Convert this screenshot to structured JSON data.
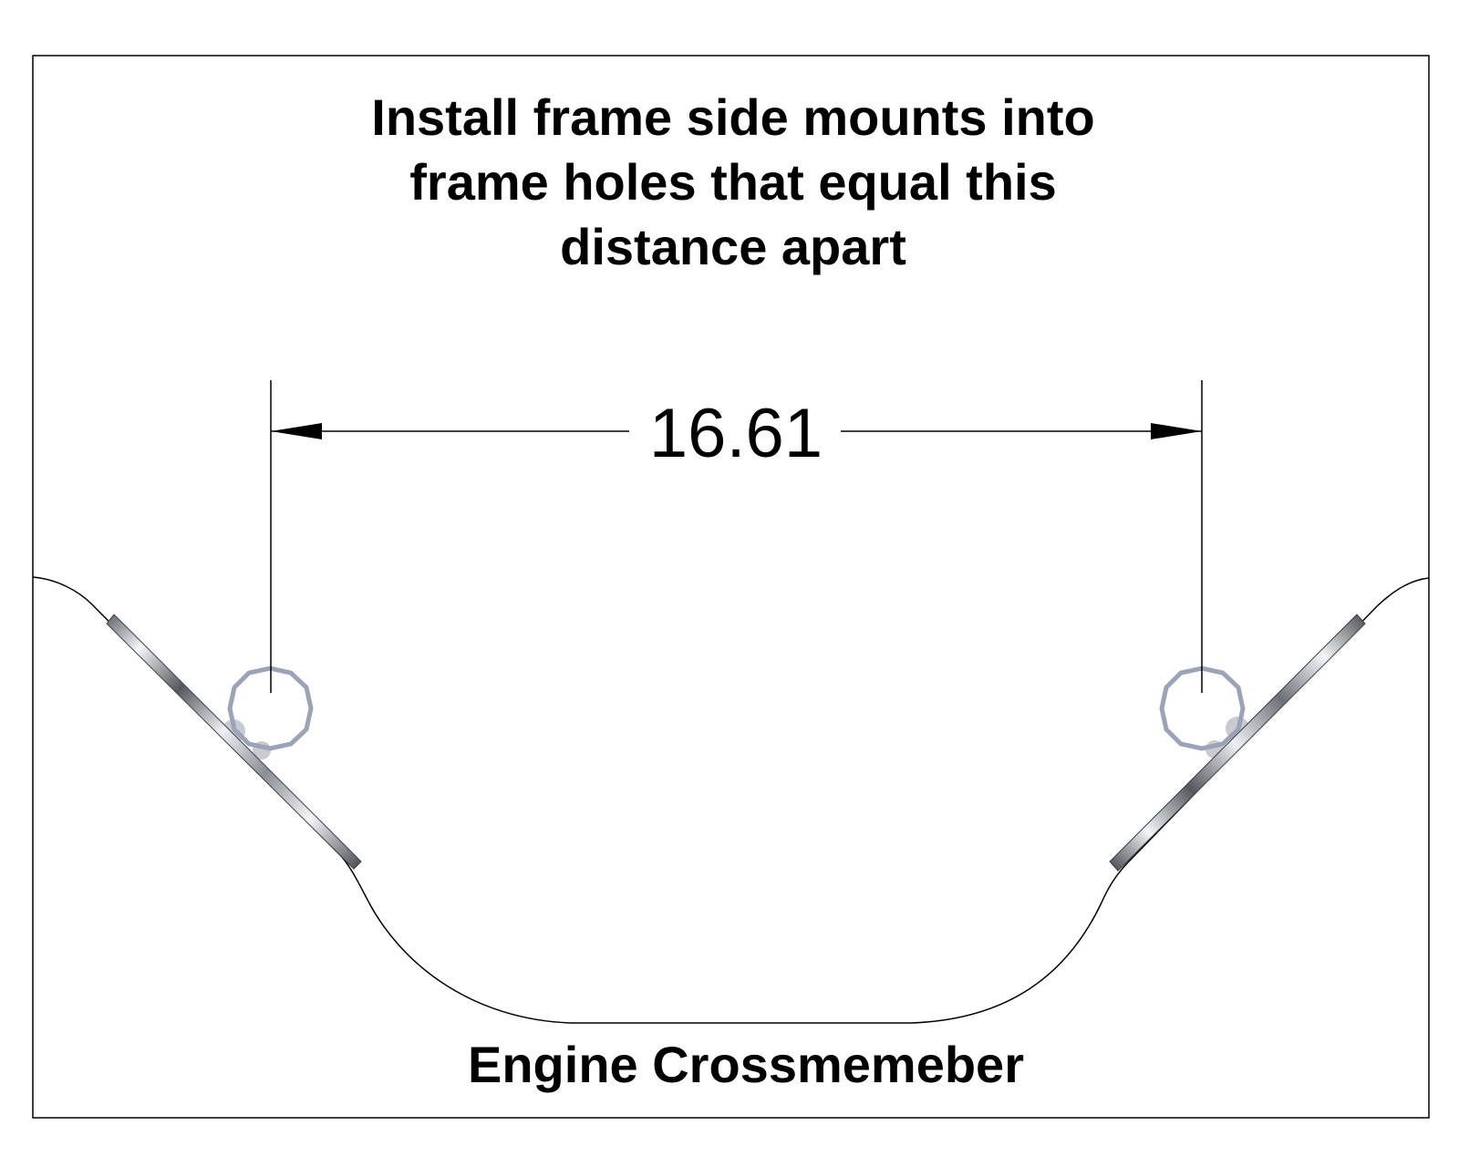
{
  "instruction": {
    "lines": [
      "Install frame side mounts into",
      "frame holes that equal this",
      "distance apart"
    ]
  },
  "dimension": {
    "value": "16.61"
  },
  "part_label": "Engine Crossmemeber",
  "colors": {
    "line": "#000000",
    "hole": "#9aa3b8",
    "bushing": "#c9cbcf",
    "plate_dark": "#55585e",
    "plate_light": "#f4f5f7"
  }
}
